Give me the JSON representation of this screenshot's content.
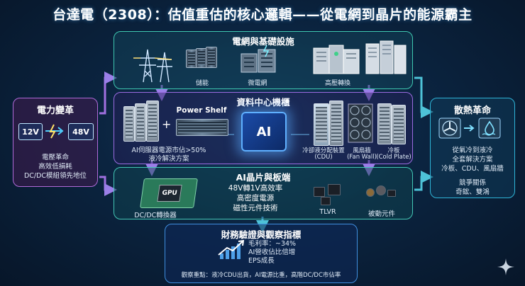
{
  "title": "台達電（2308）：估值重估的核心邏輯——從電網到晶片的能源霸主",
  "grid": {
    "title": "電網與基礎設施",
    "items": [
      "儲能",
      "微電網",
      "高壓轉換"
    ]
  },
  "datacenter": {
    "title": "資料中心機櫃",
    "power_shelf": "Power Shelf",
    "ai_chip": "AI",
    "caption_line1": "AI伺服器電源市佔>50%",
    "caption_line2": "液冷解決方案",
    "cooling_labels": [
      "冷卻液分配裝置",
      "(CDU)",
      "風扇牆",
      "(Fan Wall)",
      "冷板",
      "(Cold Plate)"
    ]
  },
  "chip": {
    "title": "AI晶片與板端",
    "gpu": "GPU",
    "dcdc": "DC/DC轉換器",
    "lines": [
      "48V轉1V高效率",
      "高密度電源",
      "磁性元件技術"
    ],
    "tlvr": "TLVR",
    "passive": "被動元件"
  },
  "power_revolution": {
    "title": "電力變革",
    "from": "12V",
    "to": "48V",
    "lines": [
      "電壓革命",
      "高效低損耗",
      "DC/DC模組領先地位"
    ]
  },
  "cooling_revolution": {
    "title": "散熱革命",
    "lines": [
      "從氣冷到液冷",
      "全套解決方案",
      "冷板、CDU、風扇牆"
    ],
    "comp_title": "競爭關係",
    "competitors": "奇鋐、雙鴻"
  },
  "finance": {
    "title": "財務驗證與觀察指標",
    "lines": [
      "毛利率：~34%",
      "AI營收佔比倍增",
      "EPS成長"
    ],
    "footer": "觀察重點：液冷CDU出貨，AI電源比重，高階DC/DC市佔率"
  },
  "colors": {
    "accent_teal": "#3ec7b0",
    "accent_purple": "#9a6be0",
    "accent_blue": "#3f8fe0",
    "chip_glow": "#5fb0ff"
  },
  "icons": [
    "transmission-tower-icon",
    "battery-storage-icon",
    "microgrid-icon",
    "transformer-icon",
    "server-rack-icon",
    "ai-chip-icon",
    "gpu-icon",
    "fan-icon",
    "water-drop-icon",
    "chart-growth-icon",
    "lightning-icon",
    "sparkle-icon"
  ]
}
